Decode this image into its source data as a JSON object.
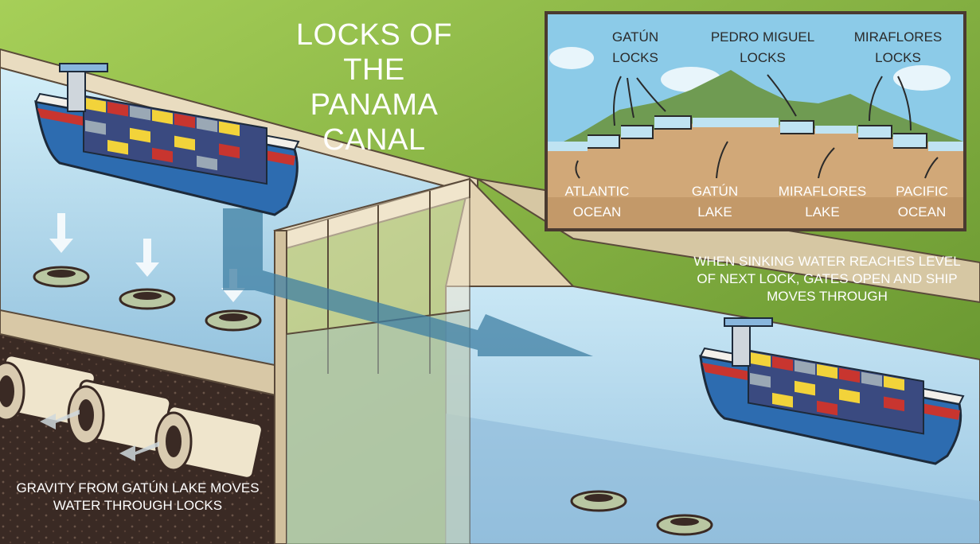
{
  "title": {
    "line1": "LOCKS OF THE",
    "line2": "PANAMA CANAL"
  },
  "captions": {
    "gates": {
      "line1": "WHEN SINKING WATER REACHES LEVEL",
      "line2": "OF NEXT LOCK, GATES OPEN AND SHIP",
      "line3": "MOVES THROUGH"
    },
    "gravity": {
      "line1": "GRAVITY FROM GATÚN LAKE MOVES",
      "line2": "WATER THROUGH LOCKS"
    }
  },
  "inset_map": {
    "locks": [
      {
        "line1": "GATÚN",
        "line2": "LOCKS"
      },
      {
        "line1": "PEDRO MIGUEL",
        "line2": "LOCKS"
      },
      {
        "line1": "MIRAFLORES",
        "line2": "LOCKS"
      }
    ],
    "waters": [
      {
        "line1": "ATLANTIC",
        "line2": "OCEAN"
      },
      {
        "line1": "GATÚN",
        "line2": "LAKE"
      },
      {
        "line1": "MIRAFLORES",
        "line2": "LAKE"
      },
      {
        "line1": "PACIFIC",
        "line2": "OCEAN"
      }
    ]
  },
  "colors": {
    "grass": "#8cbd48",
    "water_light": "#bfe3f2",
    "water_deep": "#5b93bb",
    "concrete": "#e8d8b8",
    "soil": "#3a2a24",
    "flow_arrow": "#3f7fa3",
    "inset_sky": "#8ccbe8",
    "inset_ground": "#d1a878",
    "ship_hull": "#2d6cb0",
    "ship_stripe": "#c8352f"
  }
}
